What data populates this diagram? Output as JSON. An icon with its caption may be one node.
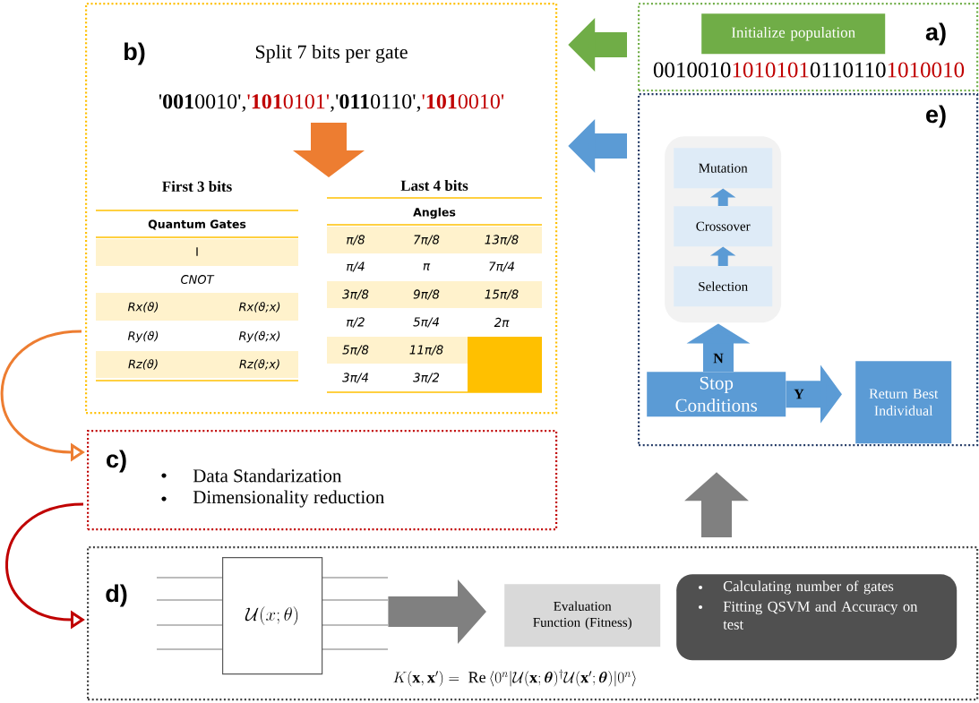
{
  "diagram": {
    "nodes": [
      {
        "text": [
          "b)",
          "Split 7 bits per gate",
          "'**001**0010',",
          "'**101**0101'",
          ",'**011**0110',",
          "'**101**0010'"
        ]
      },
      {
        "text": [
          "a)",
          "0010010",
          "1010101",
          "0110110",
          "1010010"
        ]
      },
      {
        "text": [
          "Initialize population"
        ],
        "in": 1
      },
      {
        "text": [
          "e)"
        ]
      },
      {
        "text": [],
        "shape": "box",
        "in": 3
      },
      {
        "text": [
          "Mutation"
        ],
        "in": 4
      },
      {
        "text": [
          "Crossover"
        ],
        "in": 4
      },
      {
        "text": [
          "Selection"
        ],
        "in": 4
      },
      {
        "text": [
          "Stop Conditions"
        ],
        "in": 3
      },
      {
        "text": [
          "Return Best Individual"
        ],
        "in": 3
      },
      {
        "text": [
          "c)",
          "Data Standarization",
          "Dimensionality reduction"
        ]
      },
      {
        "text": [
          "d)",
          "K(\\mathbf{x},\\mathbf{x}')=\\;\\mathrm{Re}\\,\\langle 0^n|\\mathcal{U}(\\mathbf{x};\\boldsymbol{\\theta})^{\\dagger}\\mathcal{U}(\\mathbf{x}';\\boldsymbol{\\theta})|0^n\\rangle"
        ]
      },
      {
        "text": [
          "\\mathcal{U}(x;\\theta)"
        ],
        "in": 11
      },
      {
        "text": [
          "Evaluation Function (Fitness)"
        ],
        "in": 11
      },
      {
        "text": [
          "Calculating number of gates",
          "Fitting QSVM and Accuracy on test"
        ],
        "in": 11
      }
    ],
    "edges": [
      {
        "from": 1,
        "to": 0,
        "arrow": "to",
        "color": "#70ad47"
      },
      {
        "from": 3,
        "to": 0,
        "arrow": "to"
      },
      {
        "from": 0,
        "to": 10,
        "arrow": "to",
        "color": "#ed7d31"
      },
      {
        "from": 10,
        "to": 11,
        "arrow": "to",
        "color": "#c00000"
      },
      {
        "from": 11,
        "to": 3,
        "arrow": "to",
        "color": "#808080"
      },
      {
        "from": 7,
        "to": 6,
        "arrow": "to"
      },
      {
        "from": 6,
        "to": 5,
        "arrow": "to"
      },
      {
        "from": 8,
        "to": 4,
        "arrow": "to",
        "label": "N"
      },
      {
        "from": 8,
        "to": 9,
        "arrow": "to",
        "label": "Y"
      },
      {
        "from": 12,
        "to": 13,
        "arrow": "to",
        "color": "#808080"
      }
    ],
    "labels": [
      "First 3 bits",
      "Quantum Gates",
      "I",
      "CNOT",
      "Rx(ϑ)",
      "Rx(ϑ;x)",
      "Ry(ϑ)",
      "Ry(ϑ;x)",
      "Rz(ϑ)",
      "Rz(ϑ;x)",
      "Last 4 bits",
      "Angles",
      "π/8",
      "7π/8",
      "13π/8",
      "π/4",
      "π",
      "7π/4",
      "3π/8",
      "9π/8",
      "15π/8",
      "π/2",
      "5π/4",
      "2π",
      "5π/8",
      "11π/8",
      "3π/4",
      "3π/2"
    ]
  }
}
